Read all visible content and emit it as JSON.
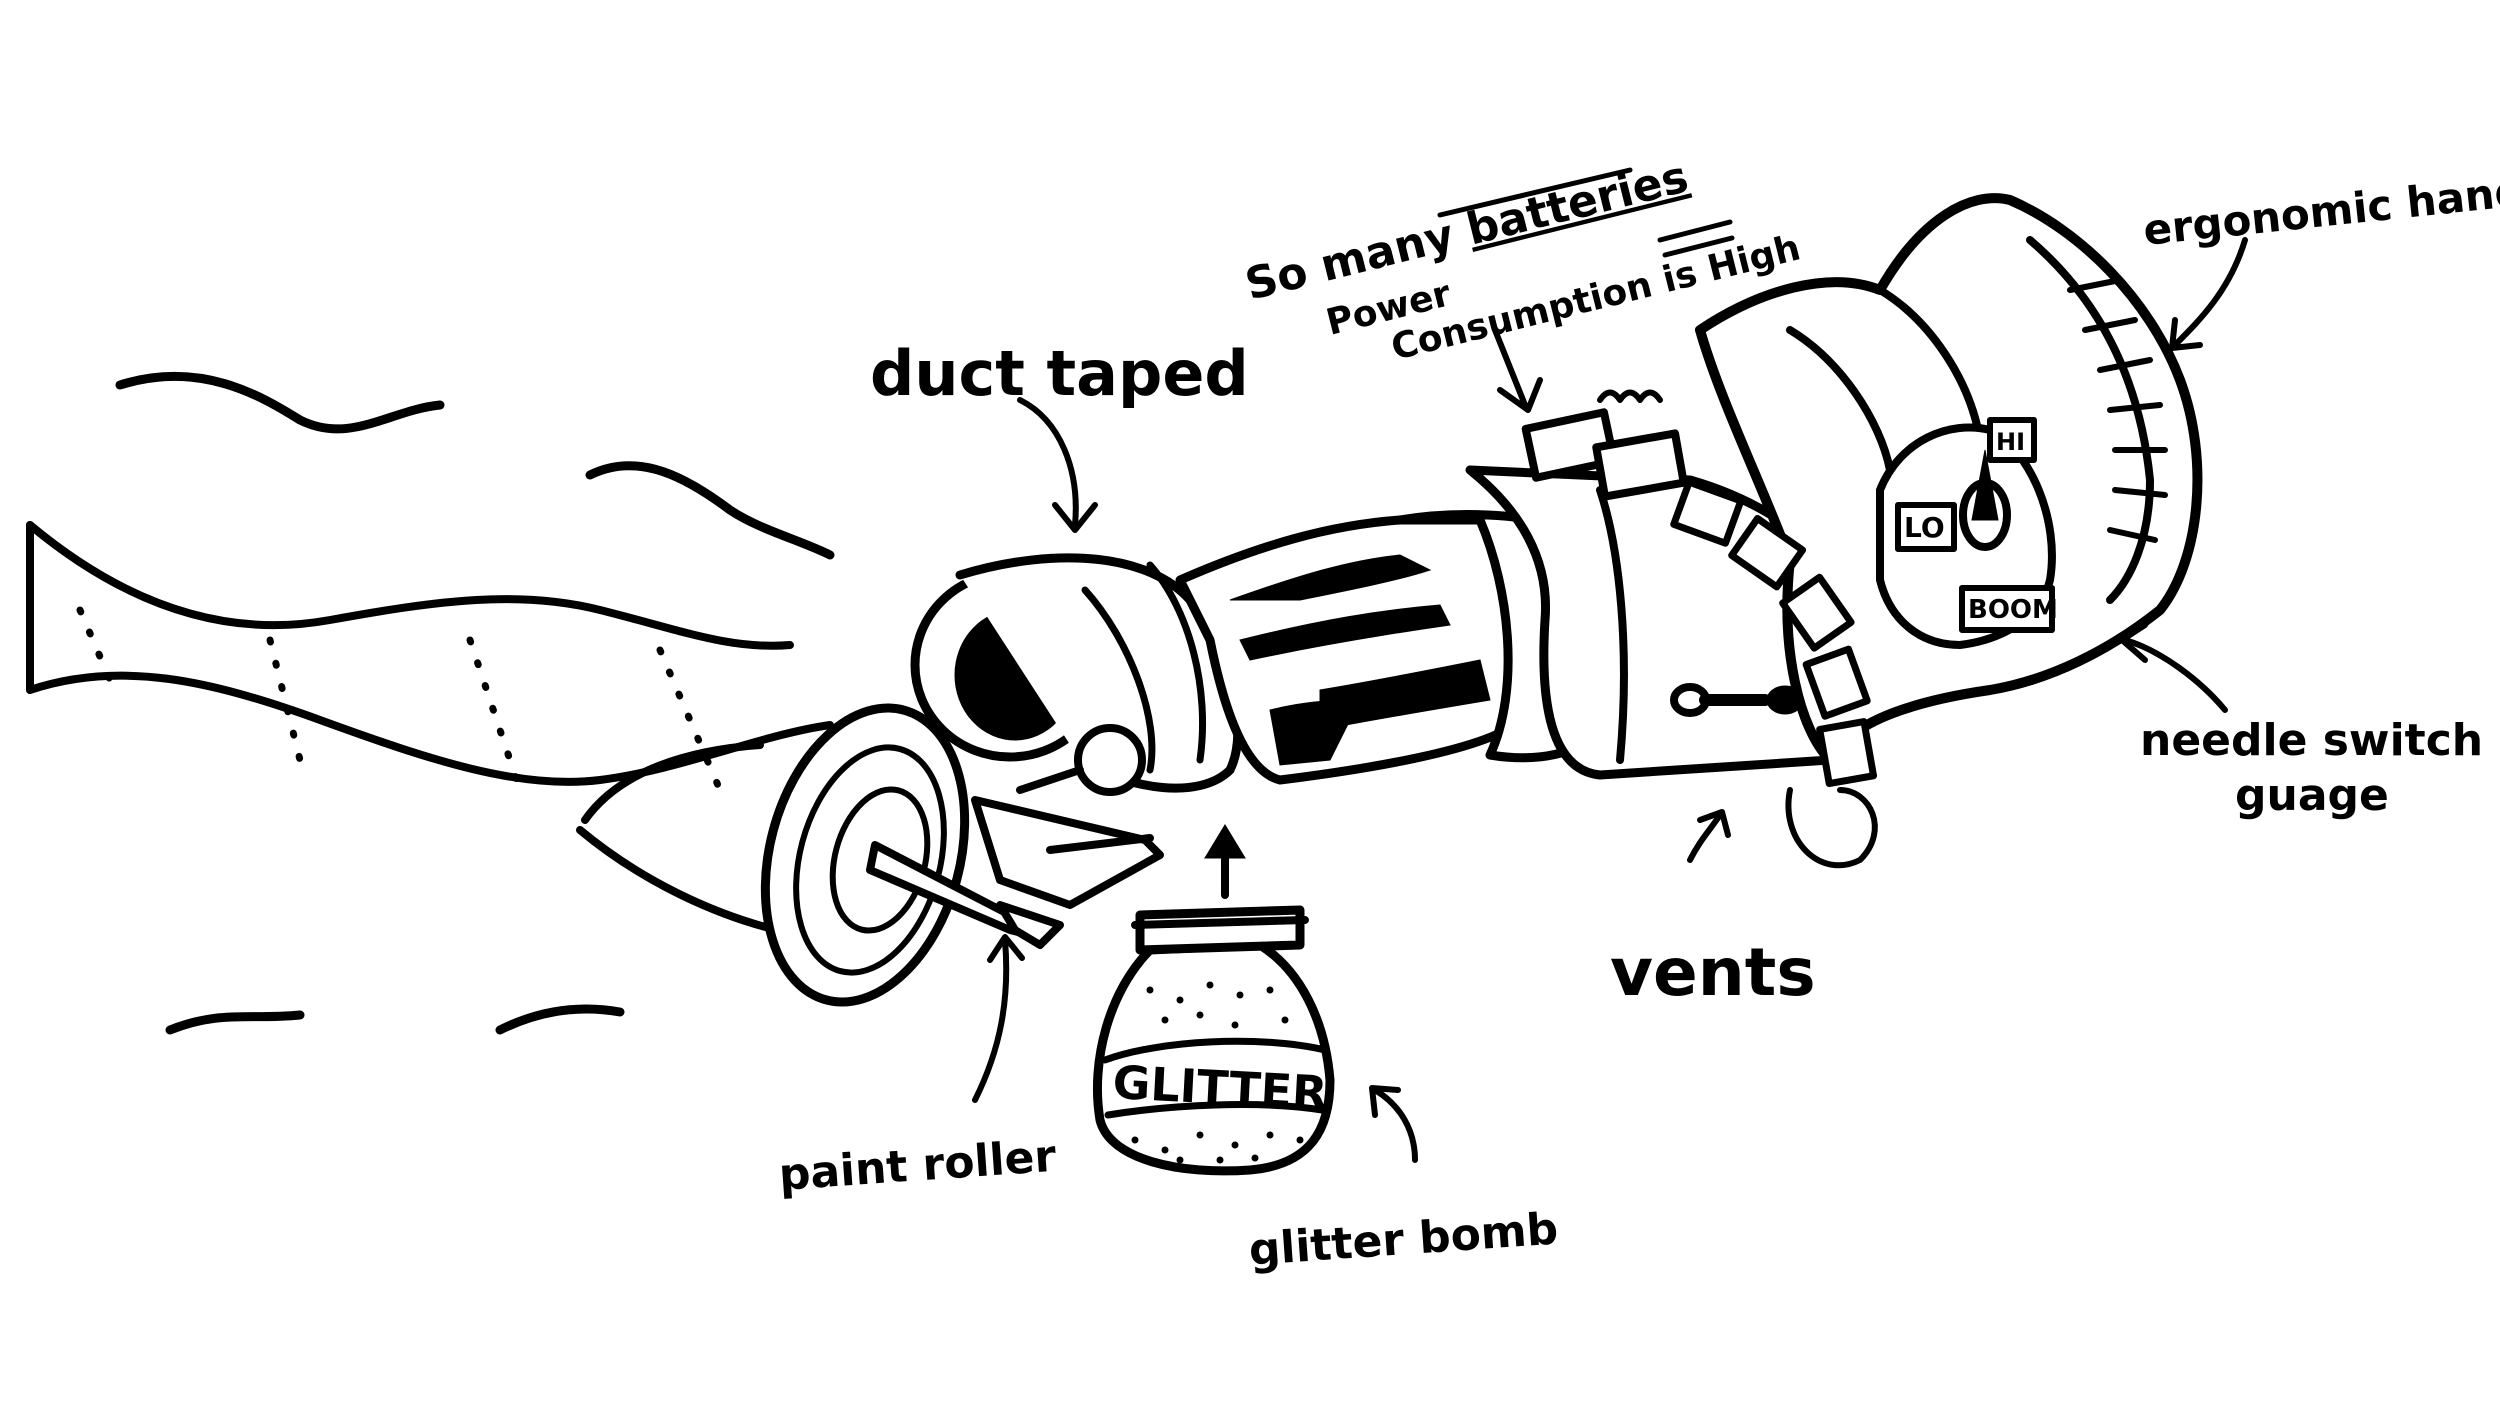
{
  "annotations": {
    "duct_taped": "duct taped",
    "batteries_line1_prefix": "So many ",
    "batteries_line1_word": "batteries",
    "batteries_line2": "Power",
    "batteries_line3_prefix": "Consumption is ",
    "batteries_line3_word": "High",
    "ergonomic_handle": "ergonomic handle",
    "needle_switch_line1": "needle switch",
    "needle_switch_line2": "guage",
    "vents": "vents",
    "paint_roller": "paint roller",
    "glitter_bomb": "glitter bomb"
  },
  "device_labels": {
    "glitter_jar": "GLITTER",
    "gauge_hi": "HI",
    "gauge_lo": "LO",
    "gauge_boom": "BOOM"
  }
}
